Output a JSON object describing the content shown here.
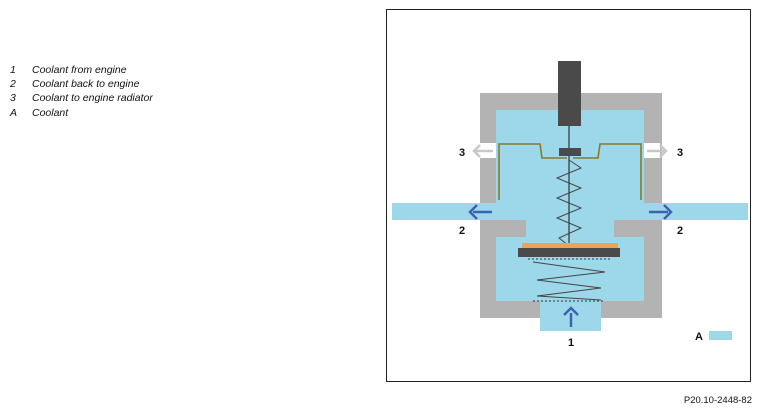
{
  "legend": [
    {
      "key": "1",
      "text": "Coolant from engine"
    },
    {
      "key": "2",
      "text": "Coolant back to engine"
    },
    {
      "key": "3",
      "text": "Coolant to engine radiator"
    },
    {
      "key": "A",
      "text": "Coolant"
    }
  ],
  "diagram": {
    "label_inlet": "1",
    "label_return_left": "2",
    "label_return_right": "2",
    "label_radiator_left": "3",
    "label_radiator_right": "3",
    "label_coolant_key": "A"
  },
  "colors": {
    "coolant": "#9dd8ea",
    "housing": "#b3b3b3",
    "metal": "#4a4a4a",
    "flow_arrow": "#3f62b0",
    "radiator_arrow": "#c8c8c8",
    "valve_seat": "#8a7a2a",
    "wax_element": "#e8a55a"
  },
  "reference": "P20.10-2448-82"
}
